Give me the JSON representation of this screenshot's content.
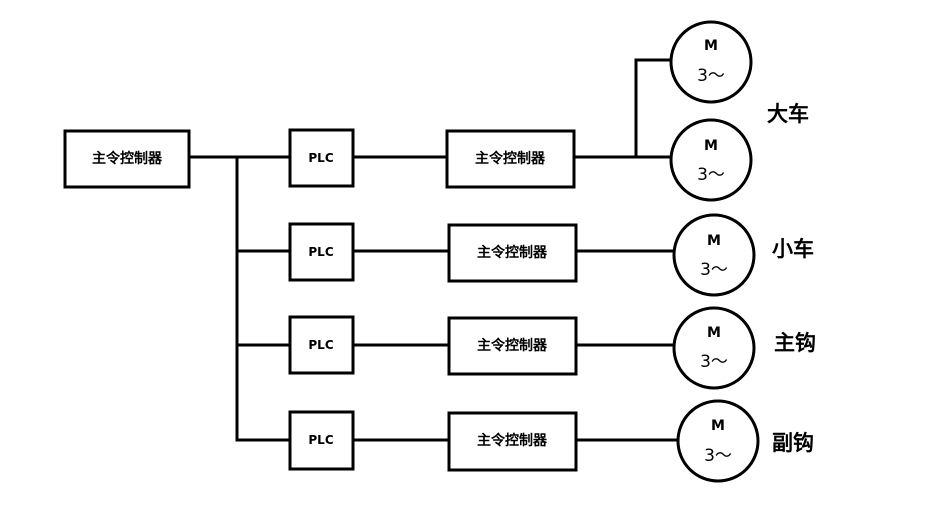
{
  "source": {
    "label": "主令控制器"
  },
  "rows": [
    {
      "plc": "PLC",
      "controller": "主令控制器",
      "motors": [
        {
          "symbol": "M",
          "phase": "3～"
        },
        {
          "symbol": "M",
          "phase": "3～"
        }
      ],
      "label": "大车"
    },
    {
      "plc": "PLC",
      "controller": "主令控制器",
      "motors": [
        {
          "symbol": "M",
          "phase": "3～"
        }
      ],
      "label": "小车"
    },
    {
      "plc": "PLC",
      "controller": "主令控制器",
      "motors": [
        {
          "symbol": "M",
          "phase": "3～"
        }
      ],
      "label": "主钩"
    },
    {
      "plc": "PLC",
      "controller": "主令控制器",
      "motors": [
        {
          "symbol": "M",
          "phase": "3～"
        }
      ],
      "label": "副钩"
    }
  ]
}
